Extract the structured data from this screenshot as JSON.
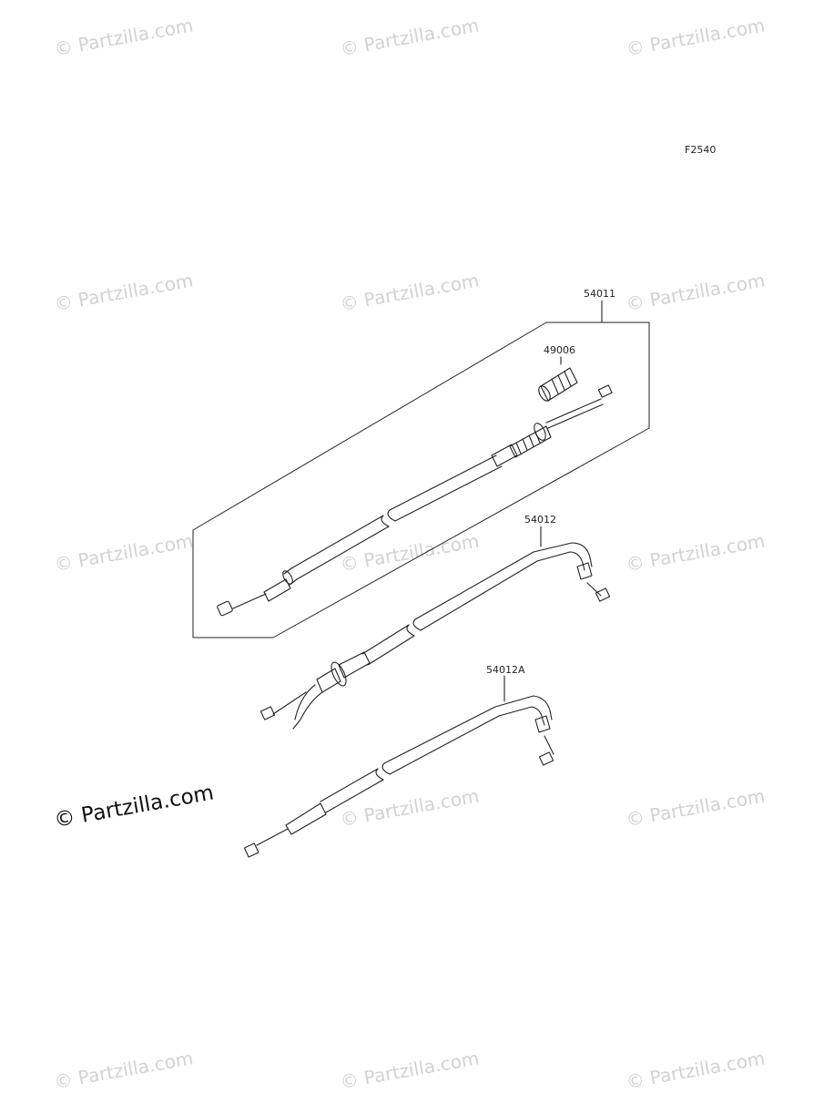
{
  "watermark": "© Partzilla.com",
  "figure_code": "F2540",
  "parts": [
    {
      "number": "54011"
    },
    {
      "number": "49006"
    },
    {
      "number": "54012"
    },
    {
      "number": "54012A"
    }
  ]
}
